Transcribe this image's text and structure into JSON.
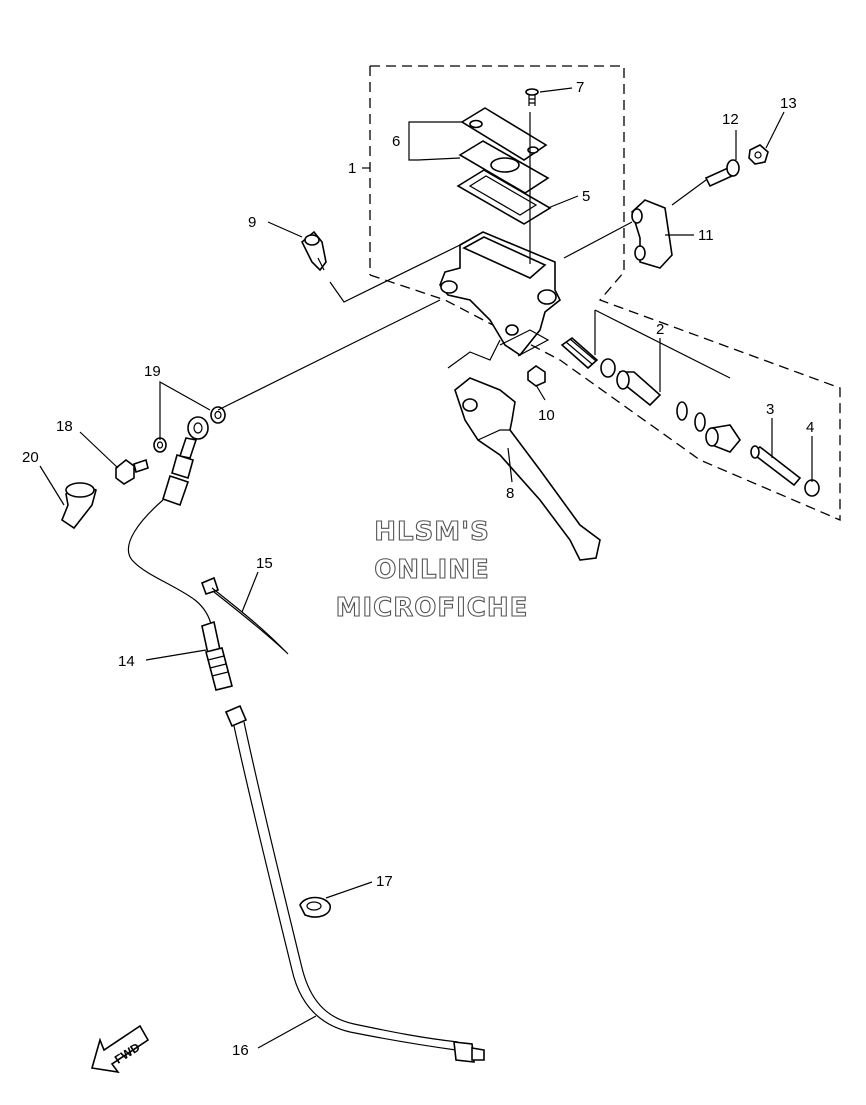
{
  "callouts": {
    "c1": "1",
    "c2": "2",
    "c3": "3",
    "c4": "4",
    "c5": "5",
    "c6": "6",
    "c7": "7",
    "c8": "8",
    "c9": "9",
    "c10": "10",
    "c11": "11",
    "c12": "12",
    "c13": "13",
    "c14": "14",
    "c15": "15",
    "c16": "16",
    "c17": "17",
    "c18": "18",
    "c19": "19",
    "c20": "20"
  },
  "watermark": {
    "line1": "HLSM'S",
    "line2": "ONLINE",
    "line3": "MICROFICHE"
  },
  "direction_arrow": {
    "label": "FWD",
    "icon": "fwd-arrow-icon"
  }
}
